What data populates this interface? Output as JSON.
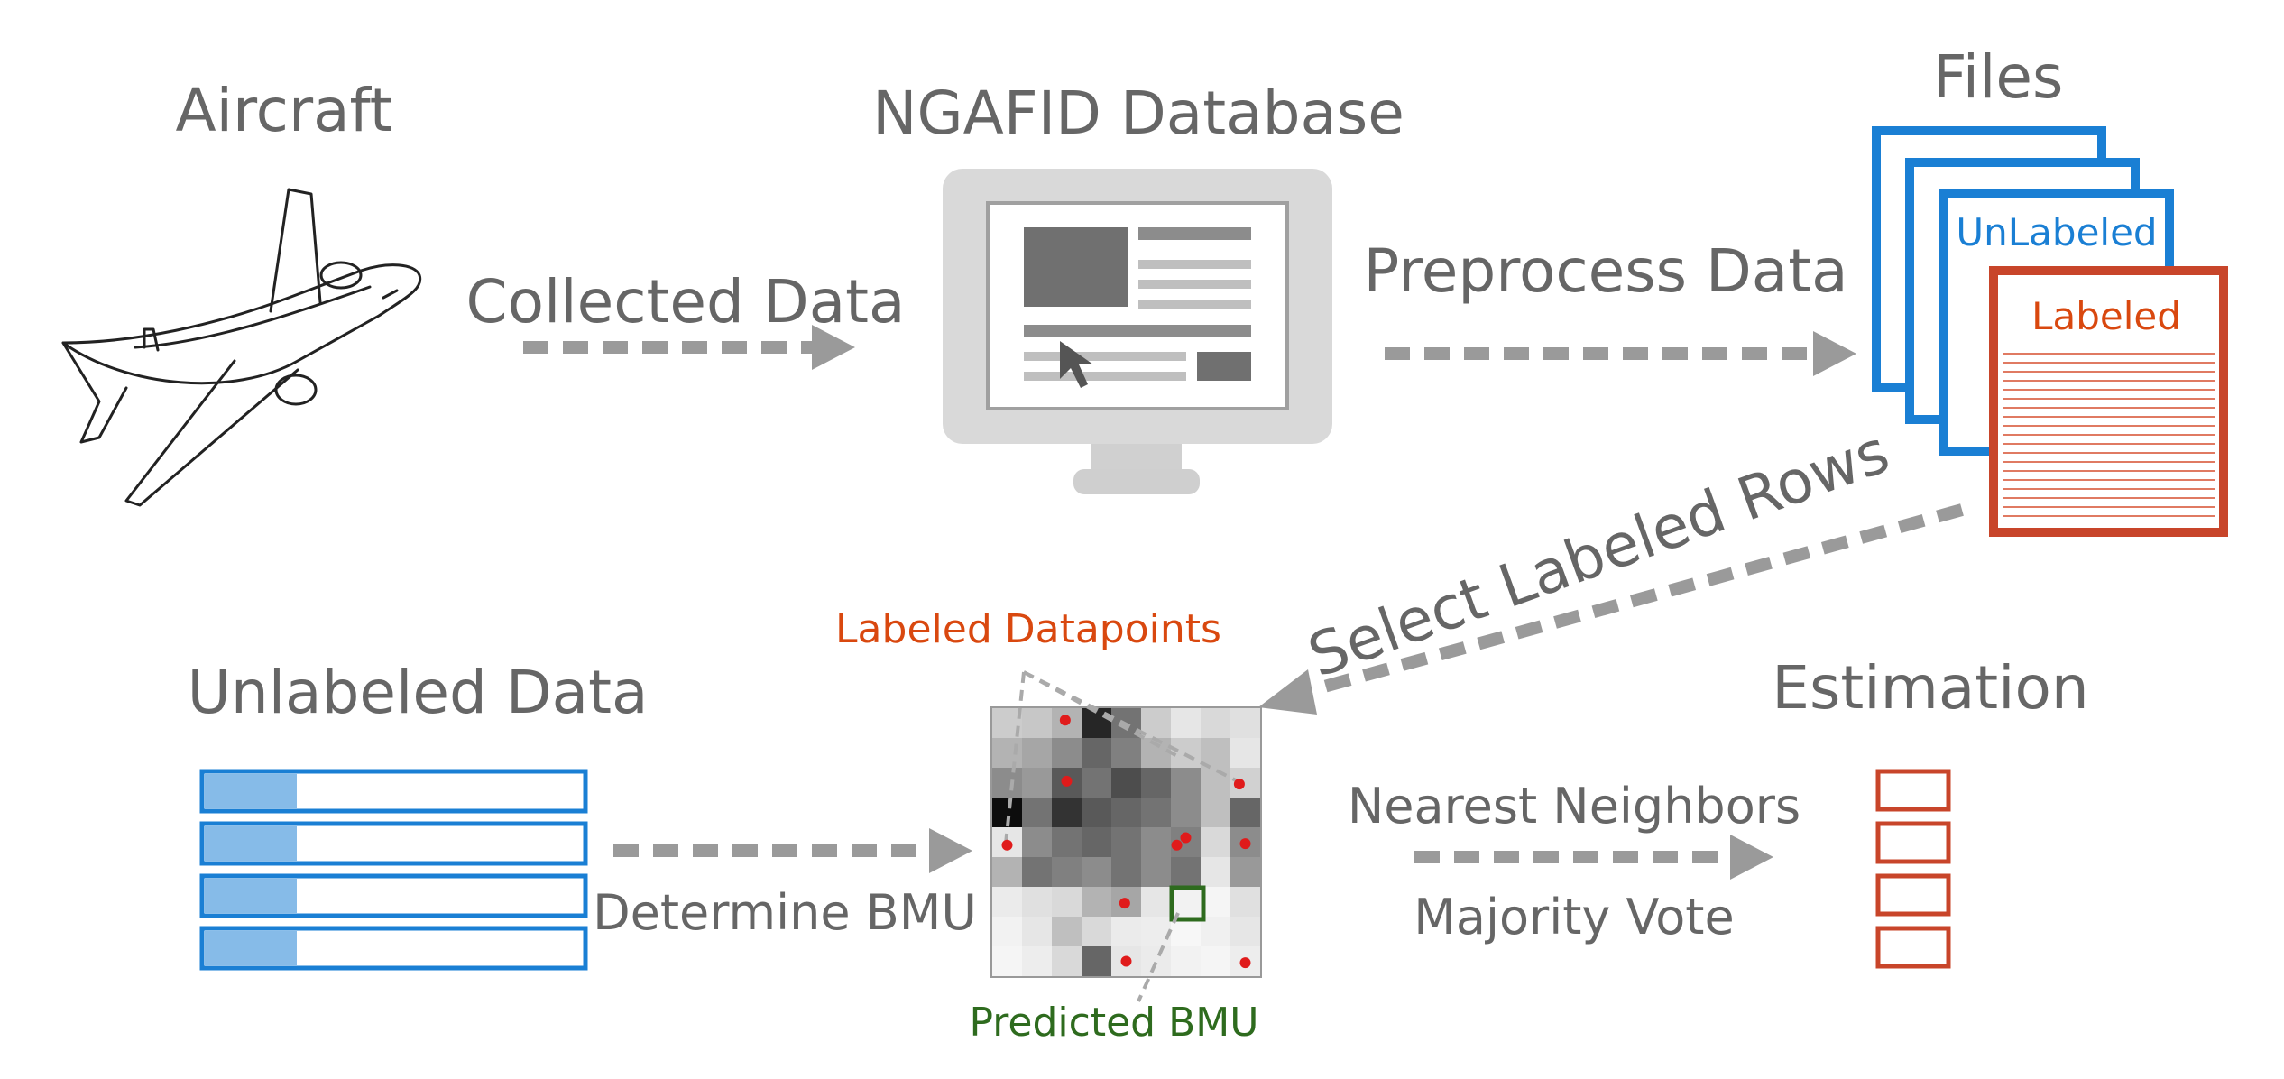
{
  "labels": {
    "aircraft": "Aircraft",
    "database": "NGAFID Database",
    "files": "Files",
    "unlabeled_file": "UnLabeled",
    "labeled_file": "Labeled",
    "collected_data": "Collected Data",
    "preprocess_data": "Preprocess Data",
    "select_labeled_rows": "Select Labeled Rows",
    "labeled_datapoints": "Labeled Datapoints",
    "unlabeled_data": "Unlabeled Data",
    "determine_bmu": "Determine BMU",
    "predicted_bmu": "Predicted BMU",
    "estimation": "Estimation",
    "nearest_neighbors": "Nearest Neighbors",
    "majority_vote": "Majority Vote"
  },
  "colors": {
    "text_gray": "#666666",
    "arrow_gray": "#9a9a9a",
    "blue": "#1a7fd4",
    "blue_fill": "#86bbe8",
    "red": "#c8452a",
    "label_red": "#d9480f",
    "green": "#2e6b1e",
    "dot_red": "#e01b1b"
  },
  "som_grid": {
    "rows": 9,
    "cols": 9,
    "shades": [
      [
        0.8,
        0.78,
        0.7,
        0.15,
        0.45,
        0.8,
        0.9,
        0.85,
        0.88
      ],
      [
        0.7,
        0.65,
        0.55,
        0.4,
        0.5,
        0.7,
        0.8,
        0.75,
        0.9
      ],
      [
        0.55,
        0.6,
        0.35,
        0.45,
        0.3,
        0.4,
        0.55,
        0.75,
        0.82
      ],
      [
        0.05,
        0.45,
        0.2,
        0.35,
        0.4,
        0.45,
        0.55,
        0.75,
        0.4
      ],
      [
        0.9,
        0.55,
        0.45,
        0.4,
        0.45,
        0.55,
        0.5,
        0.85,
        0.55
      ],
      [
        0.7,
        0.45,
        0.5,
        0.55,
        0.45,
        0.55,
        0.45,
        0.9,
        0.6
      ],
      [
        0.92,
        0.88,
        0.85,
        0.7,
        0.65,
        0.9,
        0.95,
        0.96,
        0.88
      ],
      [
        0.95,
        0.9,
        0.75,
        0.85,
        0.92,
        0.93,
        0.97,
        0.94,
        0.9
      ],
      [
        0.96,
        0.93,
        0.85,
        0.4,
        0.9,
        0.92,
        0.95,
        0.96,
        0.93
      ]
    ],
    "labeled_points": [
      [
        2,
        0
      ],
      [
        2,
        2
      ],
      [
        8,
        2
      ],
      [
        0,
        4
      ],
      [
        6,
        4
      ],
      [
        6,
        4
      ],
      [
        8,
        4
      ],
      [
        4,
        6
      ],
      [
        4,
        8
      ],
      [
        8,
        8
      ]
    ],
    "predicted_bmu": [
      6,
      6
    ]
  },
  "unlabeled_rows": 4,
  "estimation_boxes": 4
}
